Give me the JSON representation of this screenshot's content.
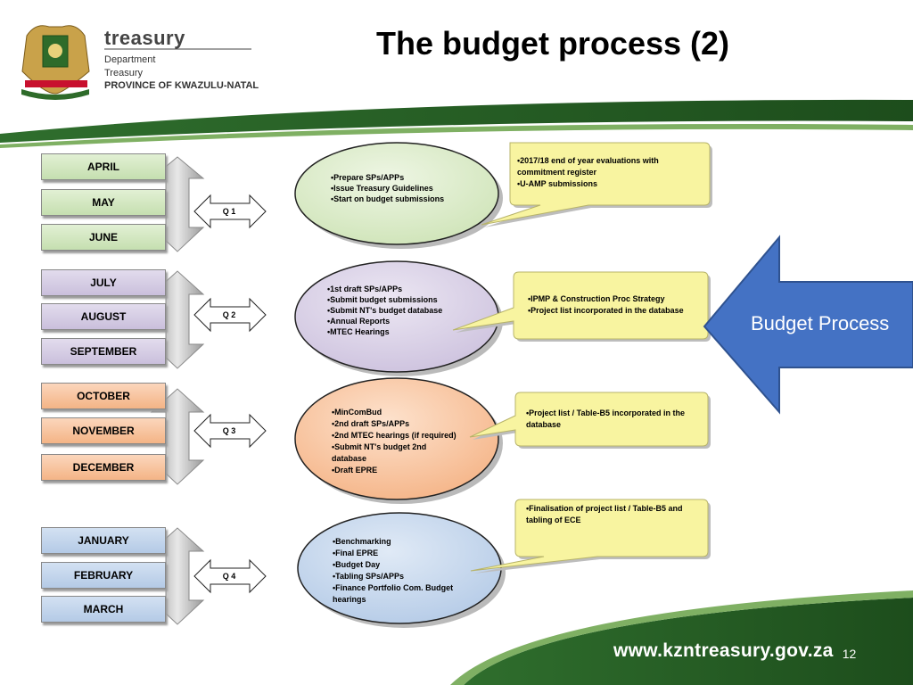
{
  "slide": {
    "title": "The budget process (2)",
    "page_number": "12",
    "website": "www.kzntreasury.gov.za"
  },
  "logo": {
    "brand": "treasury",
    "line1": "Department",
    "line2": "Treasury",
    "province": "PROVINCE OF KWAZULU-NATAL"
  },
  "quarters": [
    {
      "label": "Q 1",
      "months": [
        "APRIL",
        "MAY",
        "JUNE"
      ],
      "oval_items": [
        "•Prepare SPs/APPs",
        "•Issue Treasury Guidelines",
        "•Start on budget submissions"
      ],
      "callout_items": [
        "•2017/18 end of year  evaluations with",
        "commitment register",
        "•U-AMP submissions"
      ]
    },
    {
      "label": "Q 2",
      "months": [
        "JULY",
        "AUGUST",
        "SEPTEMBER"
      ],
      "oval_items": [
        "•1st draft  SPs/APPs",
        "•Submit budget submissions",
        "•Submit NT's budget database",
        "•Annual Reports",
        "•MTEC Hearings"
      ],
      "callout_items": [
        "•IPMP & Construction Proc Strategy",
        "•Project list incorporated in the database"
      ]
    },
    {
      "label": "Q 3",
      "months": [
        "OCTOBER",
        "NOVEMBER",
        "DECEMBER"
      ],
      "oval_items": [
        "•MinComBud",
        "•2nd  draft SPs/APPs",
        "•2nd MTEC hearings (if required)",
        "•Submit NT's budget 2nd",
        "database",
        "•Draft EPRE"
      ],
      "callout_items": [
        "•Project list / Table-B5 incorporated in the",
        "database"
      ]
    },
    {
      "label": "Q 4",
      "months": [
        "JANUARY",
        "FEBRUARY",
        "MARCH"
      ],
      "oval_items": [
        "•Benchmarking",
        "•Final EPRE",
        "•Budget Day",
        "•Tabling SPs/APPs",
        "•Finance Portfolio Com. Budget",
        "hearings"
      ],
      "callout_items": [
        "•Finalisation of project list /  Table-B5 and",
        "tabling of  ECE"
      ]
    }
  ],
  "side_arrow_label": "Budget Process",
  "colors": {
    "green": "#d7e9c3",
    "purple": "#d5cce3",
    "orange": "#f8c29c",
    "blue": "#bfd3ec",
    "callout_yellow": "#f8f4a0",
    "budget_arrow": "#4472c4",
    "band_green": "#2e6b2a"
  }
}
